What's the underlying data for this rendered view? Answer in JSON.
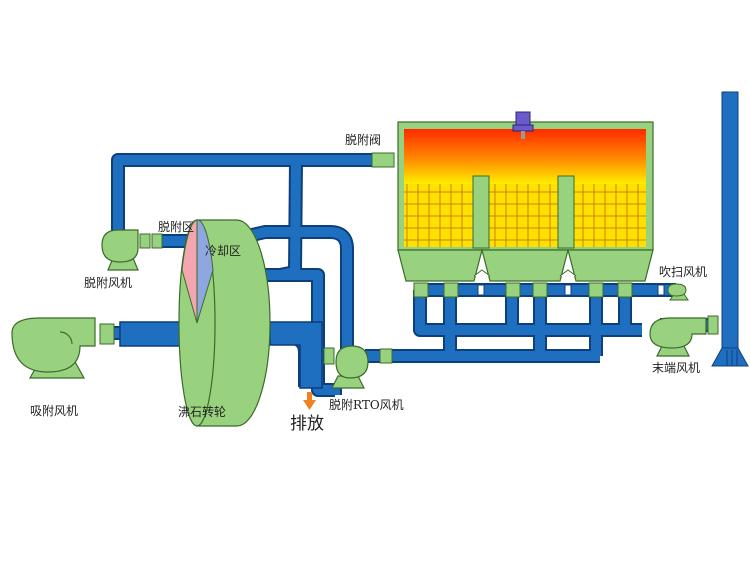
{
  "labels": {
    "adsorb_fan": "吸附风机",
    "zeolite_rotor": "沸石转轮",
    "exhaust": "排放",
    "desorb_rto_fan": "脱附RTO风机",
    "desorb_fan": "脱附风机",
    "desorb_zone": "脱附区",
    "cooling_zone": "冷却区",
    "desorb_valve": "脱附阀",
    "purge_fan": "吹扫风机",
    "end_fan": "末端风机"
  },
  "colors": {
    "pipe": "#1f6fc0",
    "pipe_outline": "#0d3f7a",
    "equipment": "#99d27f",
    "equipment_outline": "#3b6b2a",
    "desorb_zone": "#f4a6b0",
    "cooling_zone": "#8ea7e0",
    "furnace_top": "#ff2a00",
    "furnace_bottom": "#ffee00",
    "burner": "#6a5acd",
    "exhaust_arrow": "#f08020",
    "stack": "#1f6fc0"
  }
}
